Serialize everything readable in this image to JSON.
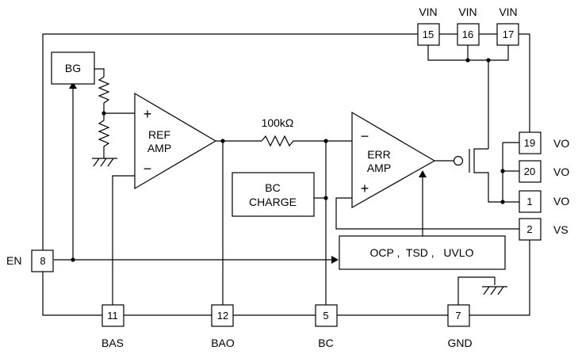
{
  "pins": {
    "vin15": {
      "num": "15",
      "label": "VIN"
    },
    "vin16": {
      "num": "16",
      "label": "VIN"
    },
    "vin17": {
      "num": "17",
      "label": "VIN"
    },
    "vo19": {
      "num": "19",
      "label": "VO"
    },
    "vo20": {
      "num": "20",
      "label": "VO"
    },
    "vo1": {
      "num": "1",
      "label": "VO"
    },
    "vs2": {
      "num": "2",
      "label": "VS"
    },
    "en8": {
      "num": "8",
      "label": "EN"
    },
    "bas11": {
      "num": "11",
      "label": "BAS"
    },
    "bao12": {
      "num": "12",
      "label": "BAO"
    },
    "bc5": {
      "num": "5",
      "label": "BC"
    },
    "gnd7": {
      "num": "7",
      "label": "GND"
    }
  },
  "blocks": {
    "bg": "BG",
    "ref_amp_line1": "REF",
    "ref_amp_line2": "AMP",
    "err_amp_line1": "ERR",
    "err_amp_line2": "AMP",
    "bc_charge_line1": "BC",
    "bc_charge_line2": "CHARGE",
    "protect": "OCP ,  TSD ,   UVLO",
    "resistor": "100kΩ",
    "plus": "+",
    "minus": "−"
  }
}
